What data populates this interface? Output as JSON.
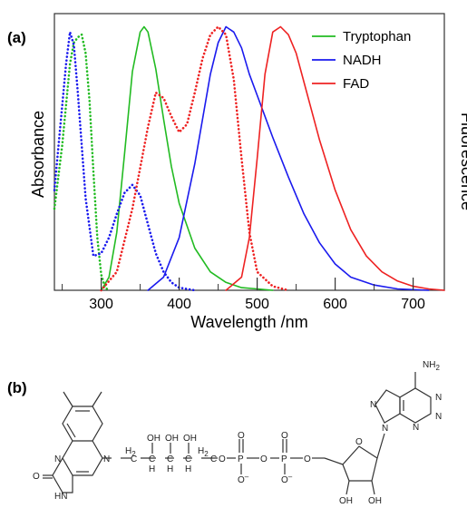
{
  "panel_a_label": "(a)",
  "panel_b_label": "(b)",
  "chart_data": {
    "type": "line",
    "title": "",
    "xlabel": "Wavelength /nm",
    "ylabel": "Absorbance",
    "ylabel_right": "Fluorescence",
    "xlim": [
      240,
      740
    ],
    "ylim": [
      0,
      1.05
    ],
    "xticks": [
      300,
      400,
      500,
      600,
      700
    ],
    "grid": false,
    "legend_position": "top-right",
    "line_styles": {
      "absorbance": "dotted",
      "fluorescence": "solid"
    },
    "series": [
      {
        "name": "Tryptophan",
        "color": "#22bb22",
        "kind": "absorbance",
        "x": [
          240,
          250,
          260,
          265,
          270,
          275,
          280,
          285,
          290,
          295,
          300,
          305,
          310
        ],
        "y": [
          0.31,
          0.55,
          0.86,
          0.94,
          0.96,
          0.97,
          0.9,
          0.72,
          0.45,
          0.2,
          0.06,
          0.01,
          0.0
        ]
      },
      {
        "name": "Tryptophan",
        "color": "#22bb22",
        "kind": "fluorescence",
        "x": [
          300,
          310,
          320,
          330,
          340,
          350,
          355,
          360,
          370,
          380,
          390,
          400,
          420,
          440,
          460,
          480,
          500,
          520
        ],
        "y": [
          0.0,
          0.05,
          0.22,
          0.52,
          0.83,
          0.98,
          1.0,
          0.98,
          0.84,
          0.65,
          0.47,
          0.33,
          0.16,
          0.07,
          0.03,
          0.01,
          0.005,
          0.0
        ]
      },
      {
        "name": "NADH",
        "color": "#1a1aee",
        "kind": "absorbance",
        "x": [
          240,
          250,
          255,
          260,
          265,
          270,
          280,
          290,
          300,
          310,
          320,
          330,
          340,
          350,
          360,
          370,
          380,
          390,
          400,
          420
        ],
        "y": [
          0.38,
          0.7,
          0.86,
          0.98,
          0.93,
          0.75,
          0.35,
          0.13,
          0.14,
          0.2,
          0.29,
          0.37,
          0.4,
          0.36,
          0.25,
          0.14,
          0.07,
          0.03,
          0.01,
          0.0
        ]
      },
      {
        "name": "NADH",
        "color": "#1a1aee",
        "kind": "fluorescence",
        "x": [
          360,
          380,
          400,
          420,
          440,
          450,
          460,
          470,
          480,
          490,
          500,
          520,
          540,
          560,
          580,
          600,
          620,
          650,
          680,
          720
        ],
        "y": [
          0.0,
          0.05,
          0.2,
          0.48,
          0.82,
          0.94,
          1.0,
          0.98,
          0.92,
          0.82,
          0.74,
          0.58,
          0.43,
          0.29,
          0.18,
          0.1,
          0.05,
          0.02,
          0.005,
          0.0
        ]
      },
      {
        "name": "FAD",
        "color": "#ee2222",
        "kind": "absorbance",
        "x": [
          300,
          320,
          340,
          360,
          370,
          380,
          390,
          400,
          410,
          420,
          430,
          440,
          450,
          460,
          470,
          480,
          490,
          500,
          520,
          540
        ],
        "y": [
          0.0,
          0.07,
          0.31,
          0.62,
          0.75,
          0.73,
          0.66,
          0.6,
          0.63,
          0.75,
          0.88,
          0.97,
          1.0,
          0.97,
          0.8,
          0.5,
          0.22,
          0.07,
          0.015,
          0.0
        ]
      },
      {
        "name": "FAD",
        "color": "#ee2222",
        "kind": "fluorescence",
        "x": [
          460,
          480,
          490,
          500,
          510,
          520,
          530,
          540,
          550,
          560,
          580,
          600,
          620,
          640,
          660,
          680,
          700,
          720,
          740
        ],
        "y": [
          0.0,
          0.05,
          0.2,
          0.5,
          0.82,
          0.98,
          1.0,
          0.97,
          0.9,
          0.79,
          0.57,
          0.38,
          0.23,
          0.13,
          0.07,
          0.035,
          0.015,
          0.005,
          0.0
        ]
      }
    ],
    "legend": [
      "Tryptophan",
      "NADH",
      "FAD"
    ]
  },
  "structure": {
    "atoms": {
      "NH2": "NH",
      "NH2_sub": "2",
      "N": "N",
      "O": "O",
      "HN": "HN",
      "OH": "OH",
      "H": "H",
      "H2": "H",
      "H2_sub": "2",
      "C": "C",
      "P": "P",
      "O_minus": "O",
      "minus": "–"
    }
  }
}
